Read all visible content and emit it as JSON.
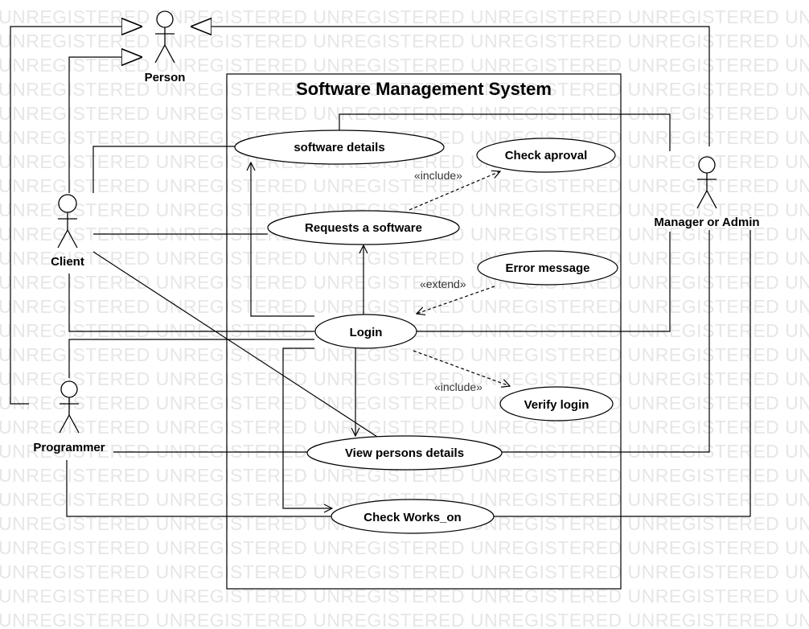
{
  "watermark": {
    "text": "UNREGISTERED"
  },
  "system": {
    "title": "Software Management System"
  },
  "actors": {
    "person": "Person",
    "client": "Client",
    "programmer": "Programmer",
    "manager": "Manager or Admin"
  },
  "use_cases": {
    "software_details": "software details",
    "check_approval": "Check aproval",
    "requests_software": "Requests a software",
    "error_message": "Error message",
    "login": "Login",
    "verify_login": "Verify login",
    "view_persons_details": "View persons details",
    "check_works_on": "Check Works_on"
  },
  "relations": {
    "include_approval": "«include»",
    "extend_error": "«extend»",
    "include_verify": "«include»"
  }
}
